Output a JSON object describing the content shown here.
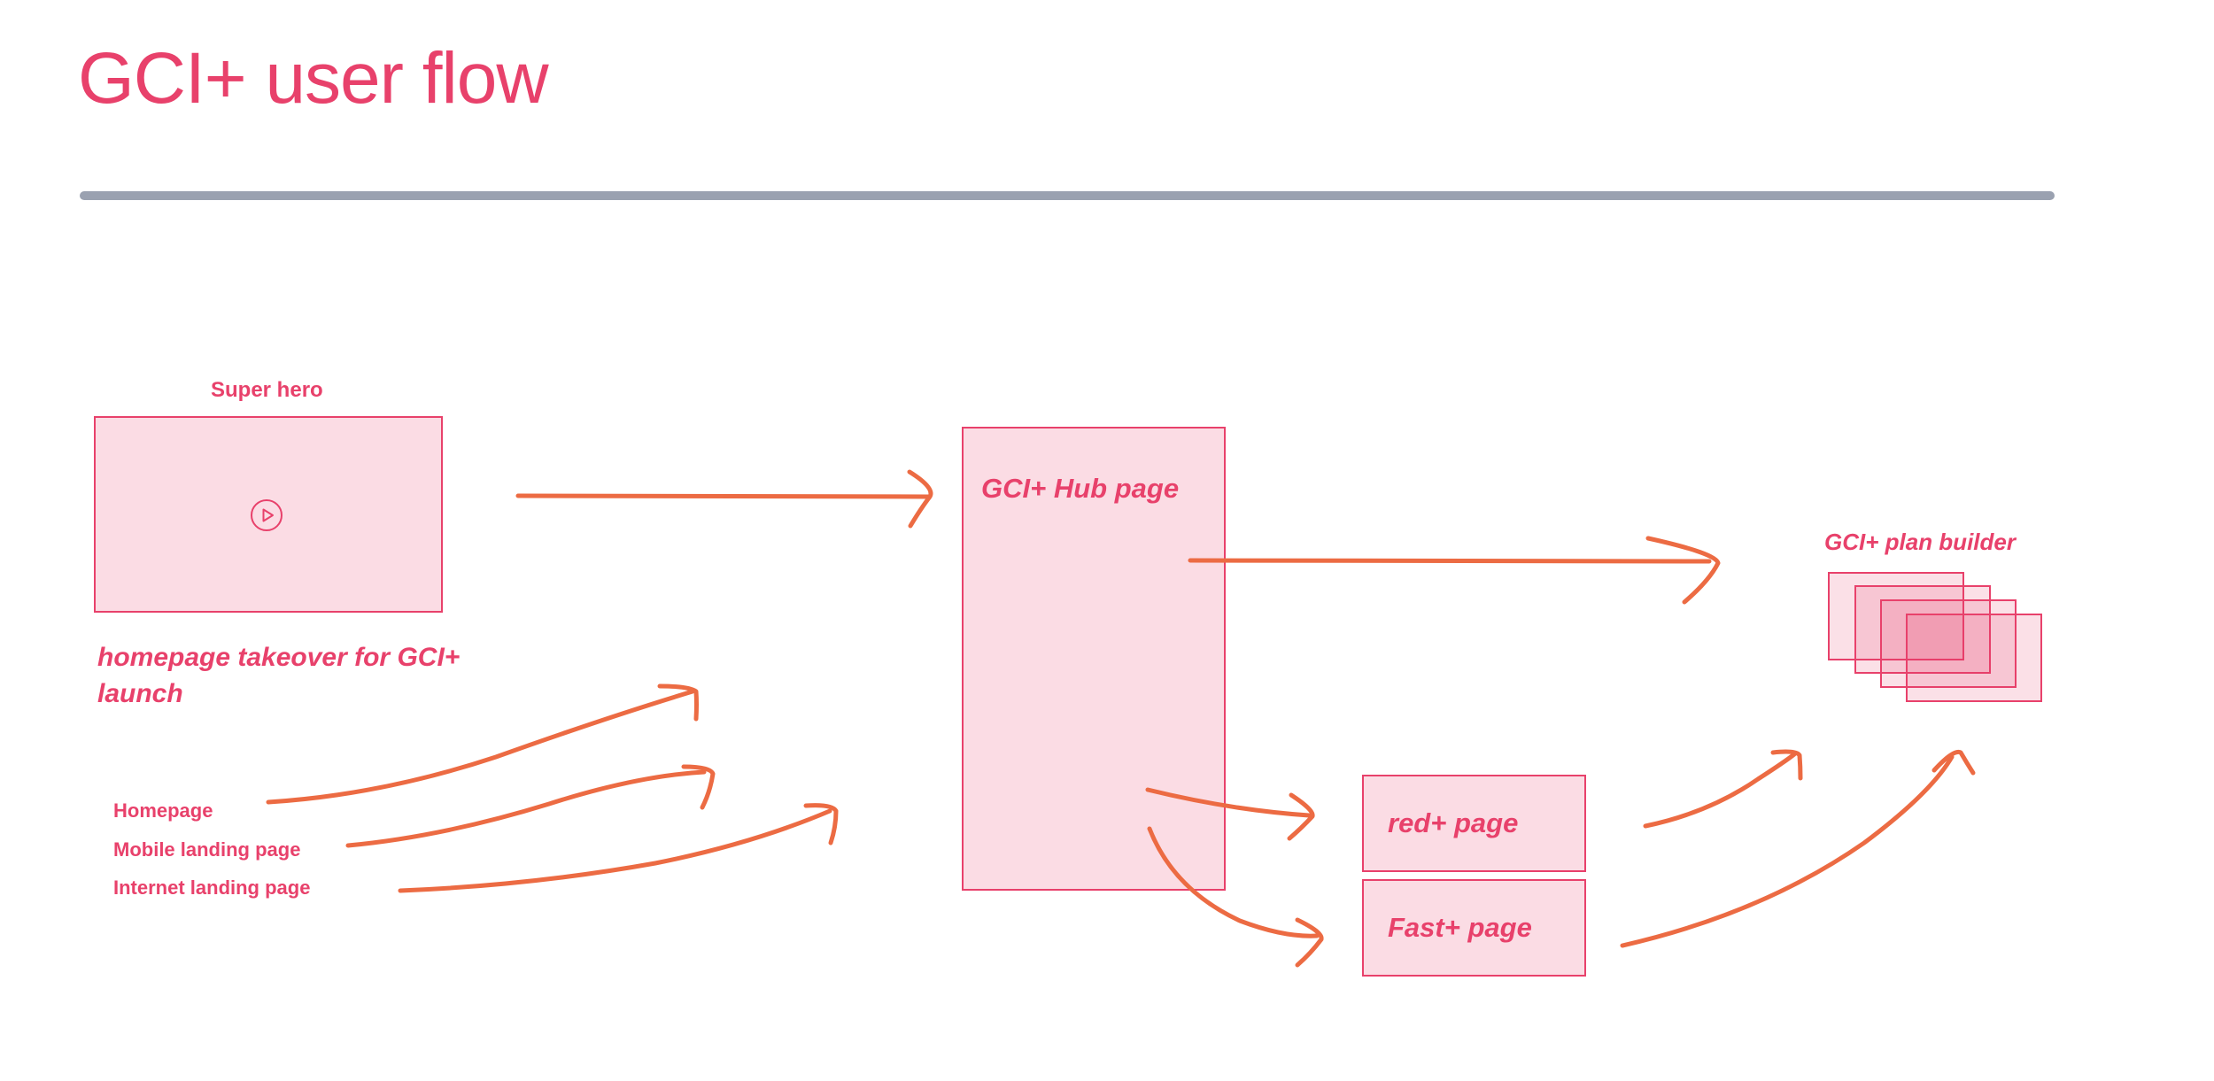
{
  "header": {
    "title": "GCI+ user flow",
    "divider_color": "#9AA1B0"
  },
  "theme": {
    "accent_pink": "#E8416B",
    "box_fill": "#FBDCE4",
    "arrow_orange": "#EC6B43",
    "background": "#FFFFFF"
  },
  "superhero": {
    "caption": "Super hero",
    "play_icon": "play-circle-icon",
    "note": "homepage takeover for GCI+ launch"
  },
  "entry_points": [
    {
      "label": "Homepage"
    },
    {
      "label": "Mobile landing page"
    },
    {
      "label": "Internet landing page"
    }
  ],
  "hub": {
    "label": "GCI+ Hub page"
  },
  "product_pages": [
    {
      "label": "red+ page"
    },
    {
      "label": "Fast+ page"
    }
  ],
  "plan_builder": {
    "caption": "GCI+ plan builder",
    "card_count": 4
  },
  "arrows": [
    {
      "name": "superhero-to-hub",
      "from": "Super hero",
      "to": "GCI+ Hub page",
      "style": "straight"
    },
    {
      "name": "homepage-to-superhero",
      "from": "Homepage",
      "to": "Super hero",
      "style": "curved"
    },
    {
      "name": "mobile-landing-to-hub",
      "from": "Mobile landing page",
      "to": "GCI+ Hub page",
      "style": "curved"
    },
    {
      "name": "internet-landing-to-hub",
      "from": "Internet landing page",
      "to": "GCI+ Hub page",
      "style": "curved"
    },
    {
      "name": "hub-to-plan-builder",
      "from": "GCI+ Hub page",
      "to": "GCI+ plan builder",
      "style": "straight"
    },
    {
      "name": "hub-to-redplus",
      "from": "GCI+ Hub page",
      "to": "red+ page",
      "style": "curved"
    },
    {
      "name": "hub-to-fastplus",
      "from": "GCI+ Hub page",
      "to": "Fast+ page",
      "style": "curved"
    },
    {
      "name": "redplus-to-plan-builder",
      "from": "red+ page",
      "to": "GCI+ plan builder",
      "style": "curved"
    },
    {
      "name": "fastplus-to-plan-builder",
      "from": "Fast+ page",
      "to": "GCI+ plan builder",
      "style": "curved"
    }
  ]
}
